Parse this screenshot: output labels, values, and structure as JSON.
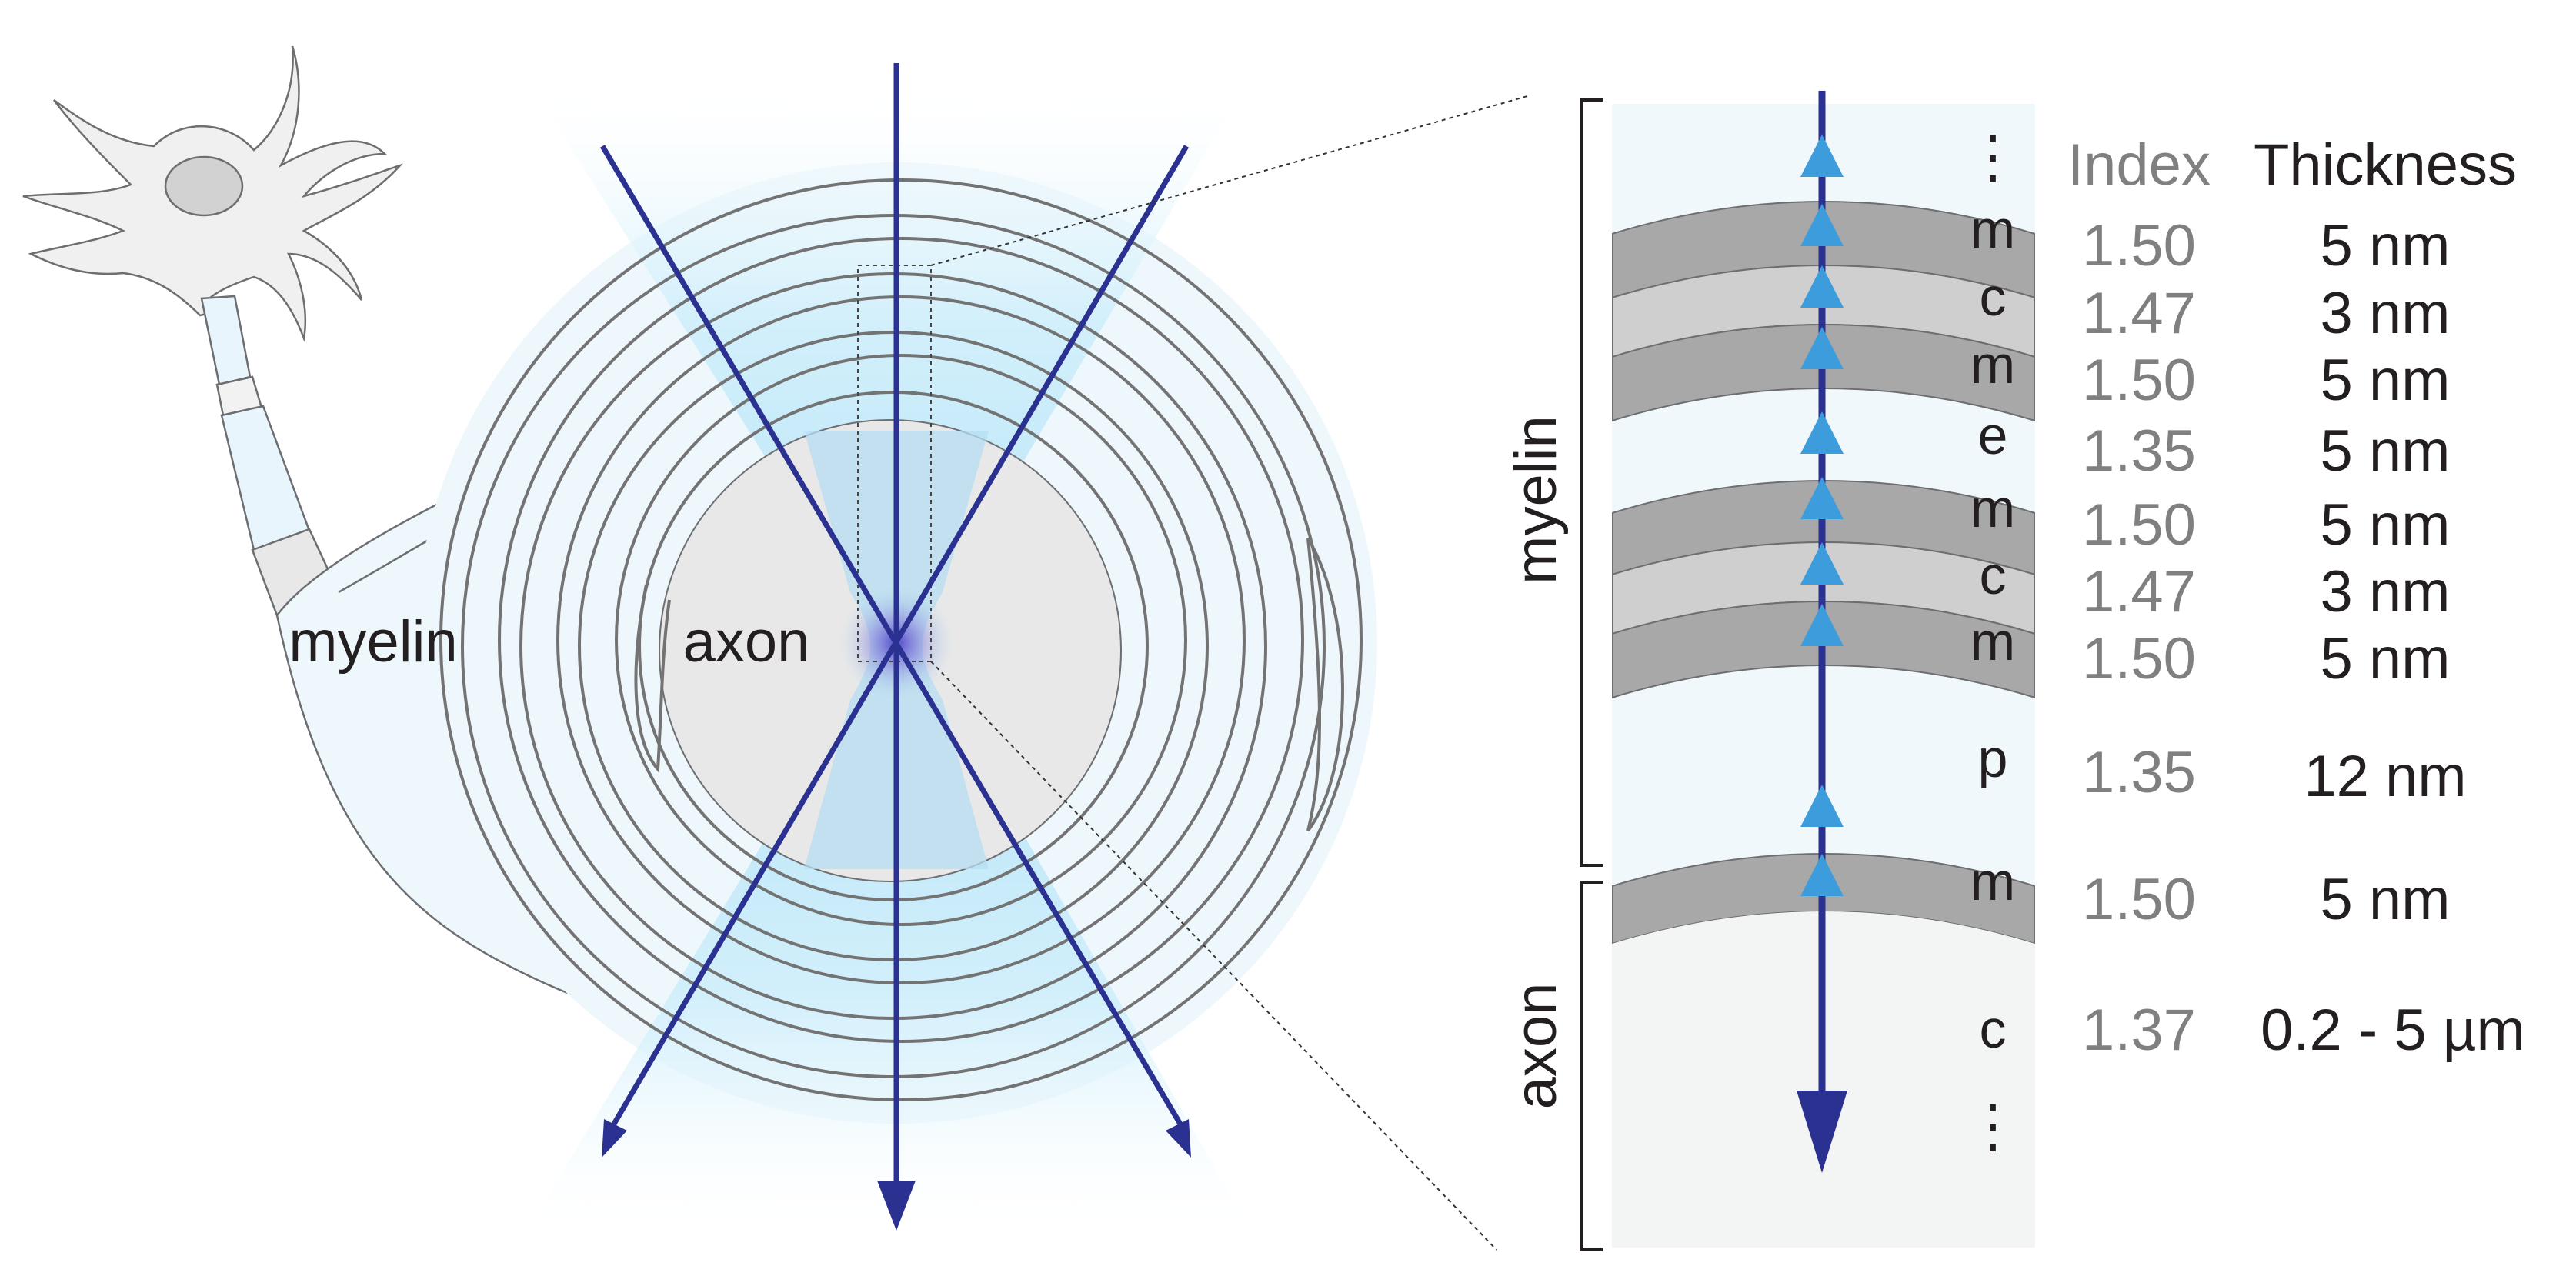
{
  "diagram": {
    "left_labels": {
      "myelin": "myelin",
      "axon": "axon"
    },
    "bracket_labels": {
      "myelin": "myelin",
      "axon": "axon"
    },
    "column_headers": {
      "index": "Index",
      "thickness": "Thickness"
    },
    "ellipsis": "⋮",
    "layers": [
      {
        "key": "l1",
        "letter": "m",
        "index": "1.50",
        "thickness": "5 nm"
      },
      {
        "key": "l2",
        "letter": "c",
        "index": "1.47",
        "thickness": "3 nm"
      },
      {
        "key": "l3",
        "letter": "m",
        "index": "1.50",
        "thickness": "5 nm"
      },
      {
        "key": "l4",
        "letter": "e",
        "index": "1.35",
        "thickness": "5 nm"
      },
      {
        "key": "l5",
        "letter": "m",
        "index": "1.50",
        "thickness": "5 nm"
      },
      {
        "key": "l6",
        "letter": "c",
        "index": "1.47",
        "thickness": "3 nm"
      },
      {
        "key": "l7",
        "letter": "m",
        "index": "1.50",
        "thickness": "5 nm"
      },
      {
        "key": "l8",
        "letter": "p",
        "index": "1.35",
        "thickness": "12 nm"
      },
      {
        "key": "l9",
        "letter": "m",
        "index": "1.50",
        "thickness": "5 nm"
      },
      {
        "key": "l10",
        "letter": "c",
        "index": "1.37",
        "thickness": "0.2 - 5 µm"
      }
    ],
    "colors": {
      "ray": "#2b3190",
      "arrowhead_light": "#3d9cdb",
      "membrane_dark": "#a8a8a8",
      "membrane_light": "#cfcfcf",
      "myelin_fill": "#eef7fc",
      "axon_fill": "#e8e8e8",
      "ring_stroke": "#737373",
      "beam": "#bfe6f7"
    }
  }
}
